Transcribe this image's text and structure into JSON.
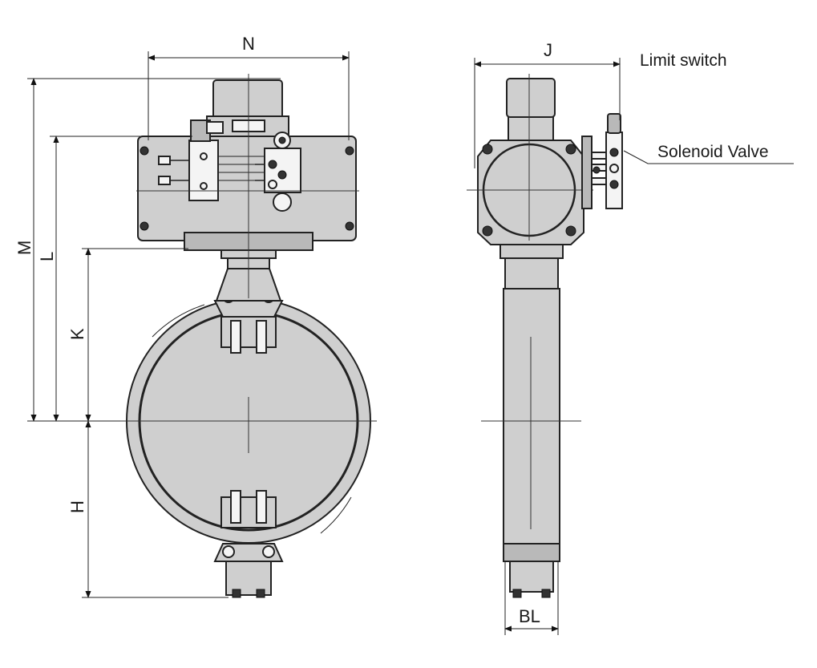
{
  "dimensions": {
    "N": "N",
    "J": "J",
    "M": "M",
    "L": "L",
    "K": "K",
    "H": "H",
    "BL": "BL"
  },
  "callouts": {
    "limit_switch": "Limit switch",
    "solenoid_valve": "Solenoid Valve"
  },
  "colors": {
    "body": "#cfcfcf",
    "line": "#222222"
  }
}
